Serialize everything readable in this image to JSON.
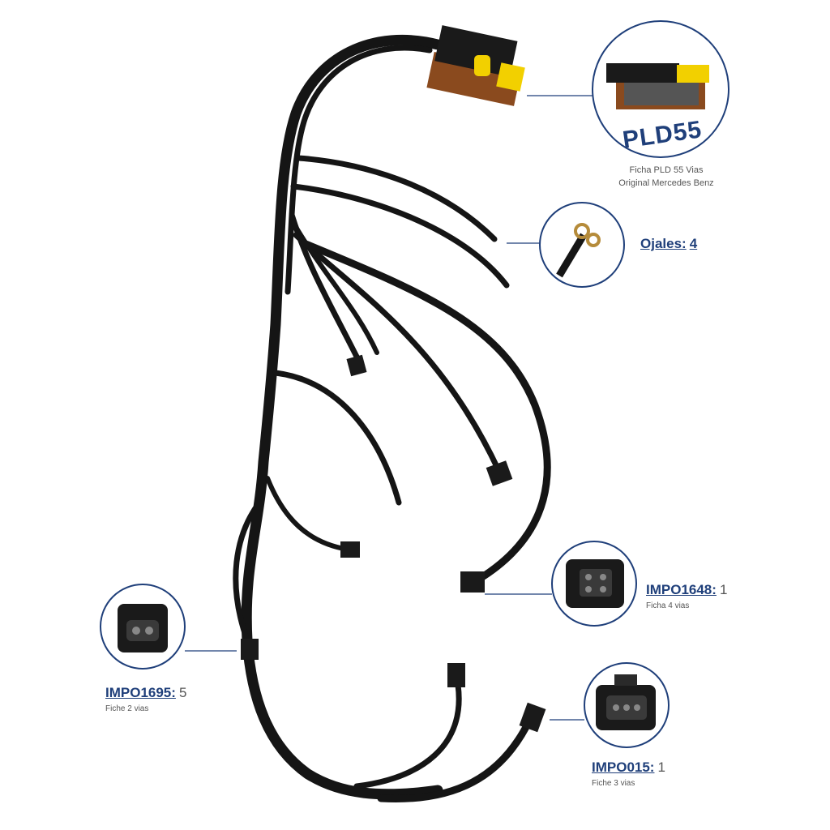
{
  "callouts": {
    "pld": {
      "title": "PLD55",
      "caption_line1": "Ficha PLD 55 Vias",
      "caption_line2": "Original Mercedes Benz"
    },
    "ojales": {
      "label": "Ojales:",
      "qty": "4"
    },
    "impo1648": {
      "label": "IMPO1648:",
      "qty": "1",
      "sub": "Ficha 4 vias"
    },
    "impo1695": {
      "label": "IMPO1695:",
      "qty": "5",
      "sub": "Fiche 2 vias"
    },
    "impo015": {
      "label": "IMPO015:",
      "qty": "1",
      "sub": "Fiche 3 vias"
    }
  },
  "colors": {
    "accent": "#1f3f7a",
    "wire": "#151515",
    "connector_yellow": "#f2d000",
    "connector_brown": "#8a4a1e"
  },
  "icons": [
    "pld55-connector-icon",
    "ring-terminal-icon",
    "four-pin-plug-icon",
    "two-pin-plug-icon",
    "three-pin-plug-icon"
  ]
}
